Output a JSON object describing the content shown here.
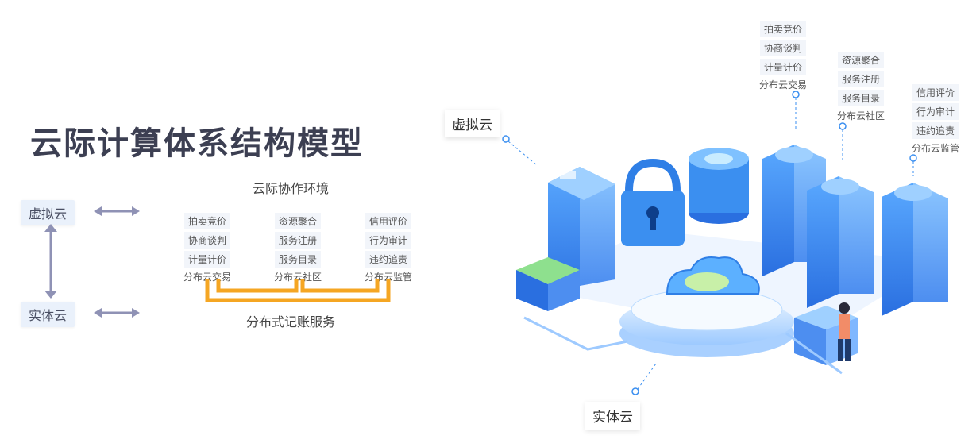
{
  "title": "云际计算体系结构模型",
  "left": {
    "virtual_cloud": "虚拟云",
    "physical_cloud": "实体云"
  },
  "environment_label": "云际协作环境",
  "ledger_label": "分布式记账服务",
  "groups": [
    {
      "items": [
        "拍卖竞价",
        "协商谈判",
        "计量计价"
      ],
      "footer": "分布云交易"
    },
    {
      "items": [
        "资源聚合",
        "服务注册",
        "服务目录"
      ],
      "footer": "分布云社区"
    },
    {
      "items": [
        "信用评价",
        "行为审计",
        "违约追责"
      ],
      "footer": "分布云监管"
    }
  ],
  "illustration": {
    "virtual_cloud_label": "虚拟云",
    "physical_cloud_label": "实体云"
  },
  "colors": {
    "title": "#3c3f52",
    "orange_bracket": "#f5a623",
    "arrow": "#8f92b5",
    "server_blue": "#3b8ff0",
    "chip_bg": "#eaf1fb"
  }
}
